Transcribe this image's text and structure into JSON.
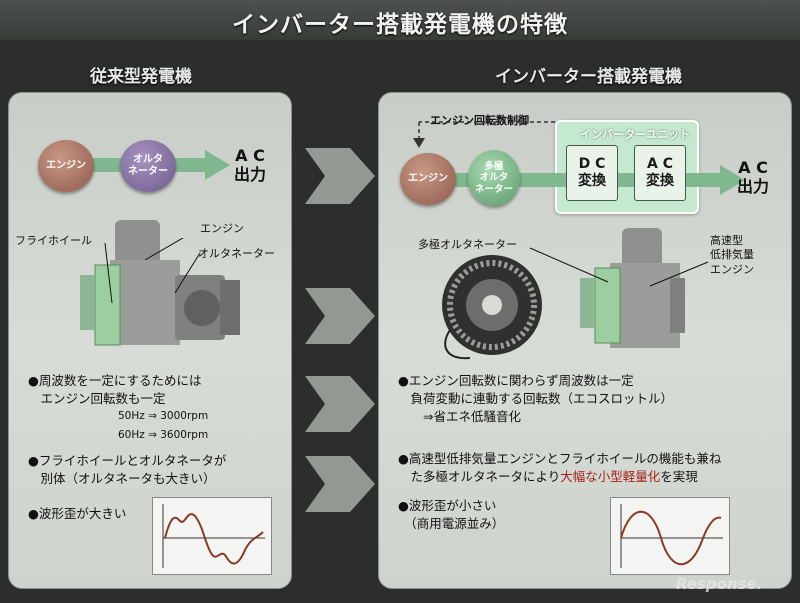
{
  "title": "インバーター搭載発電機の特徴",
  "left": {
    "heading": "従来型発電機",
    "flow": {
      "engine": "エンジン",
      "alternator": "オルタ\nネーター",
      "output": "A C\n出力"
    },
    "labels": {
      "flywheel": "フライホイール",
      "engine": "エンジン",
      "alternator": "オルタネーター"
    },
    "bullets": [
      {
        "text": "●周波数を一定にするためには\n　エンジン回転数も一定"
      },
      {
        "text": "●フライホイールとオルタネータが\n　別体（オルタネータも大きい）"
      },
      {
        "text": "●波形歪が大きい"
      }
    ],
    "freq": [
      "50Hz ⇒ 3000rpm",
      "60Hz ⇒ 3600rpm"
    ]
  },
  "right": {
    "heading": "インバーター搭載発電機",
    "control": "エンジン回転数制御",
    "unit": "インバーターユニット",
    "flow": {
      "engine": "エンジン",
      "multi": "多極\nオルタ\nネーター",
      "dc": "D C\n変換",
      "ac_conv": "A C\n変換",
      "output": "A C\n出力"
    },
    "labels": {
      "multi_alt": "多極オルタネーター",
      "engine": "高速型\n低排気量\nエンジン"
    },
    "bullet1": "●エンジン回転数に関わらず周波数は一定\n　負荷変動に連動する回転数（エコスロットル）\n　　⇒省エネ低騒音化",
    "bullet2_a": "●高速型低排気量エンジンとフライホイールの機能も兼ね\n　た多極オルタネータにより",
    "bullet2_red": "大幅な小型軽量化",
    "bullet2_b": "を実現",
    "bullet3": "●波形歪が小さい\n　（商用電源並み）"
  },
  "watermark": "Response.",
  "colors": {
    "panel": "#d3d7d1",
    "engine": "#a77364",
    "alternator": "#8774a2",
    "multi": "#7fbb8c",
    "inverter": "#c5e8d0",
    "arrow": "#7fb88e",
    "highlight": "#a8221a"
  }
}
